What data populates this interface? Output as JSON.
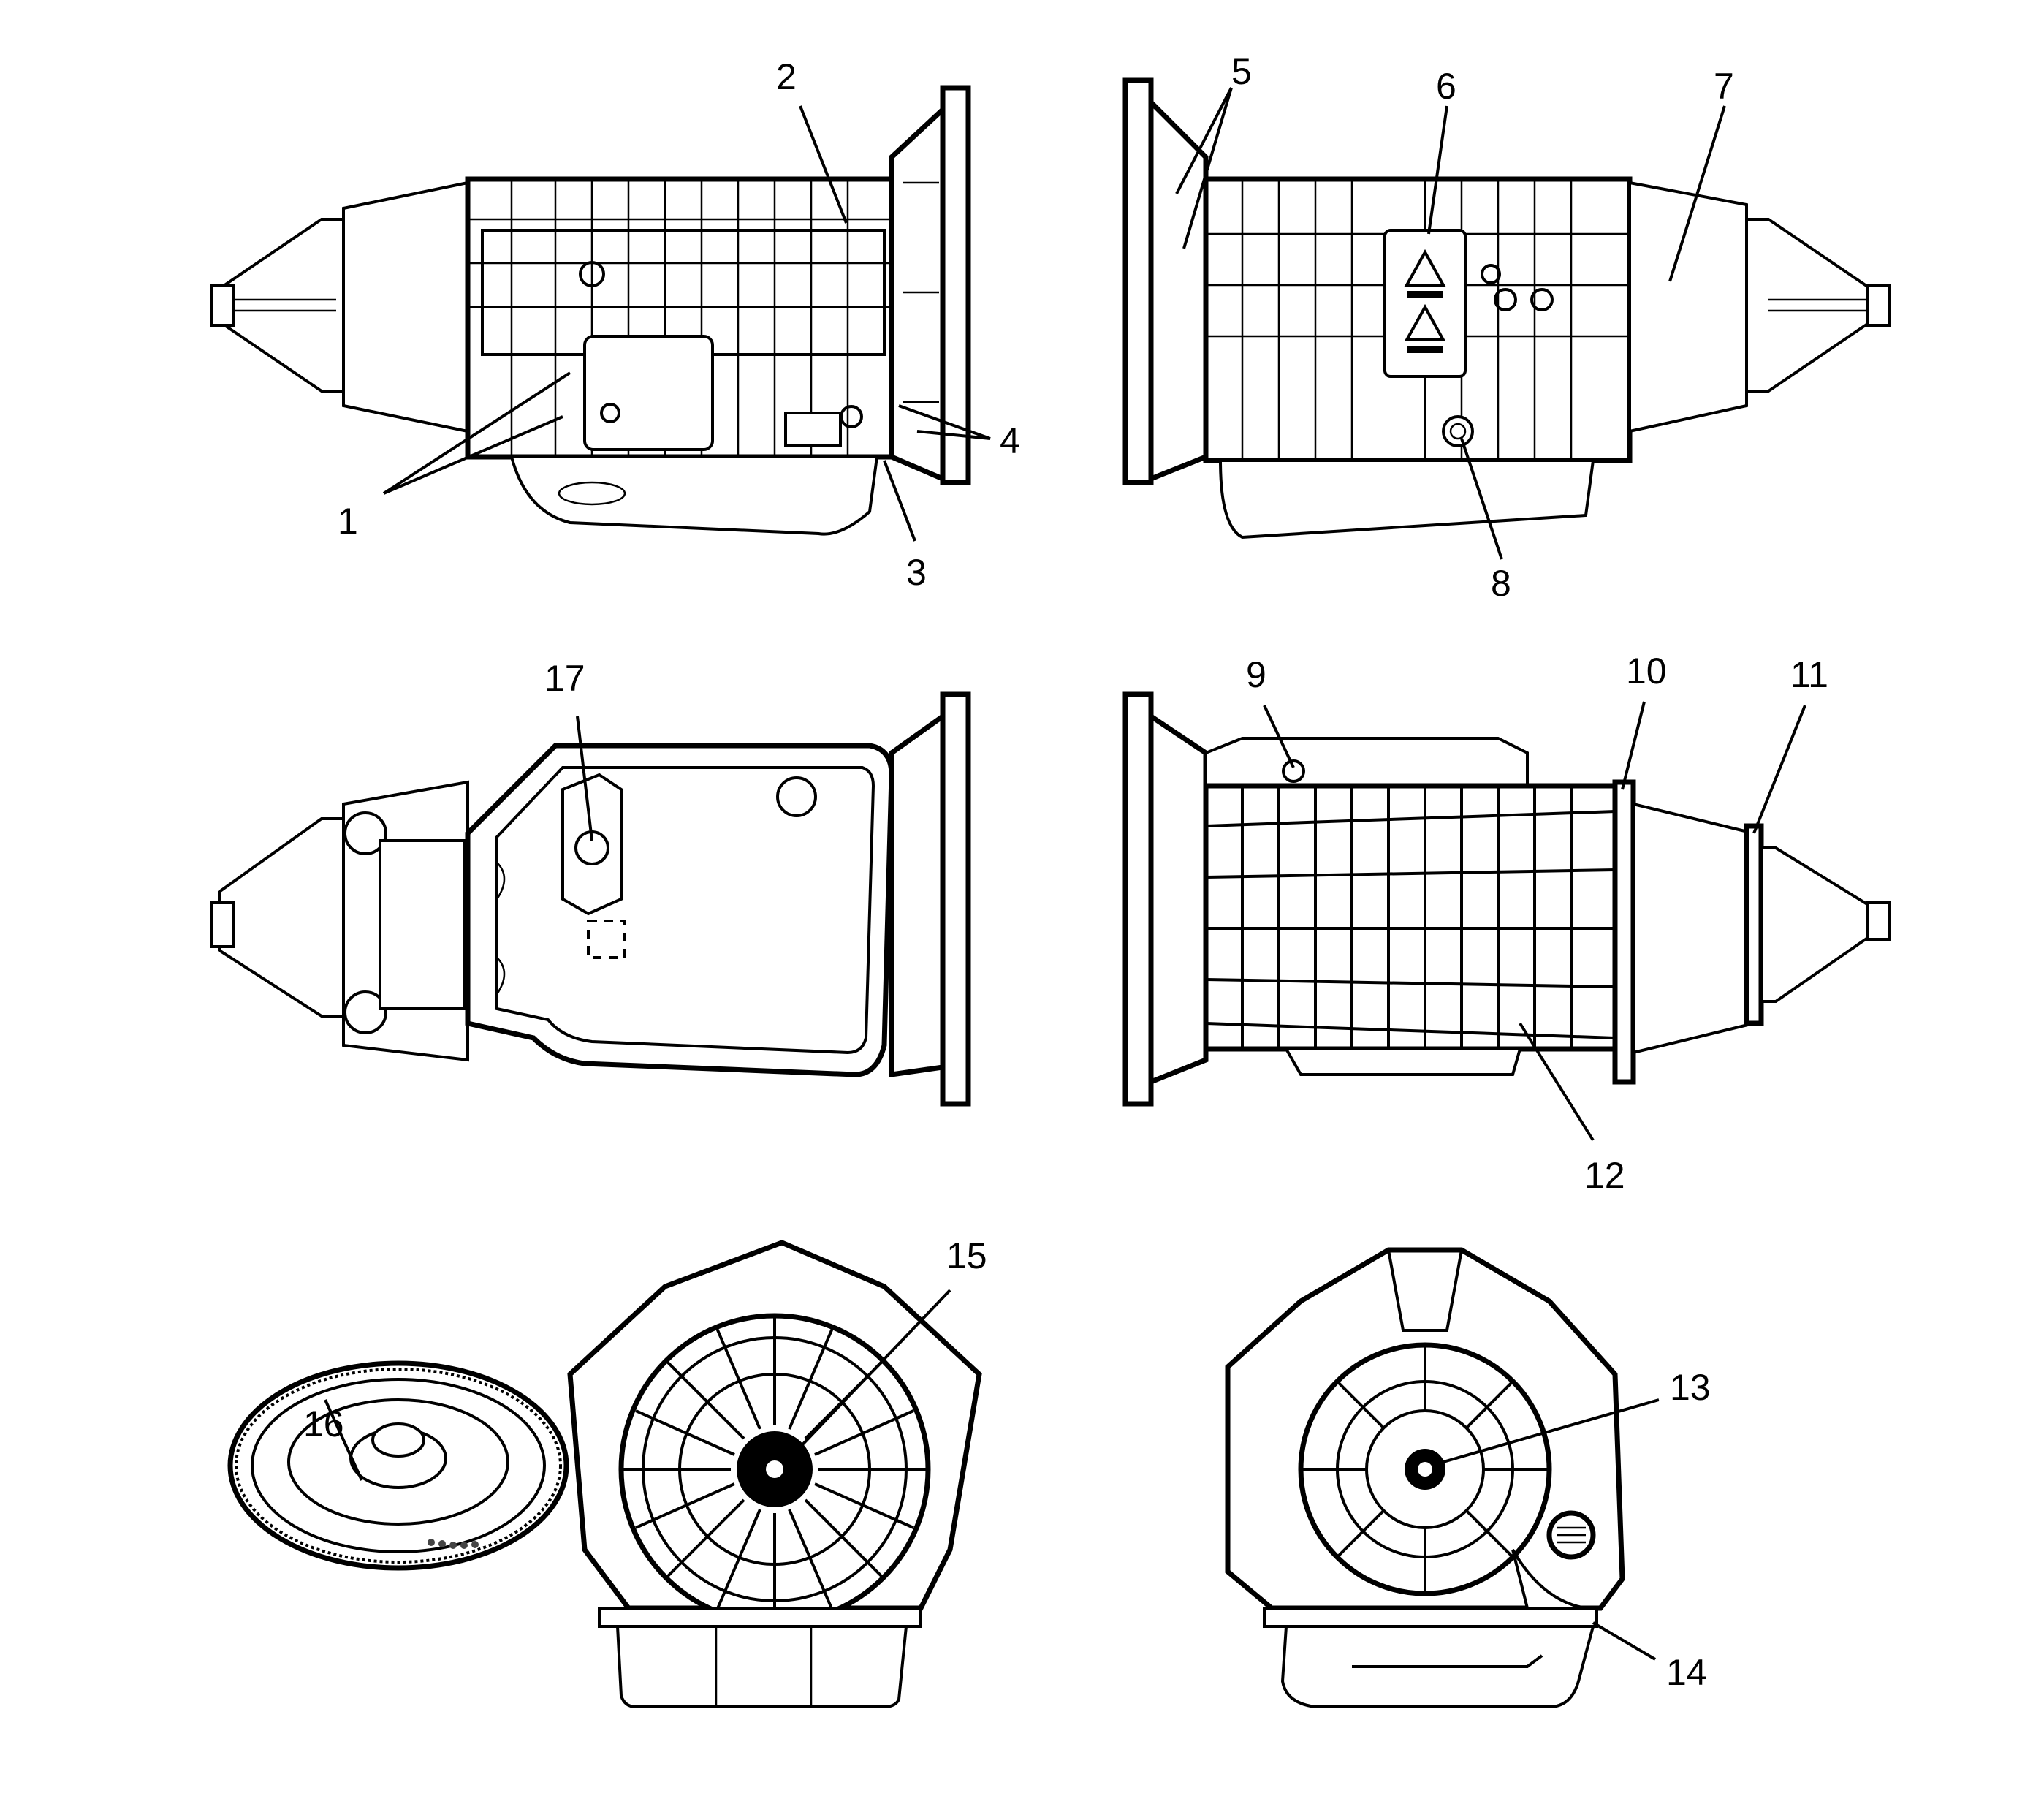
{
  "callouts": {
    "c1": "1",
    "c2": "2",
    "c3": "3",
    "c4": "4",
    "c5": "5",
    "c6": "6",
    "c7": "7",
    "c8": "8",
    "c9": "9",
    "c10": "10",
    "c11": "11",
    "c12": "12",
    "c13": "13",
    "c14": "14",
    "c15": "15",
    "c16": "16",
    "c17": "17"
  },
  "icons": {
    "caution_label": "warning-triangle-icon"
  },
  "colors": {
    "line": "#000000",
    "background": "#ffffff"
  }
}
